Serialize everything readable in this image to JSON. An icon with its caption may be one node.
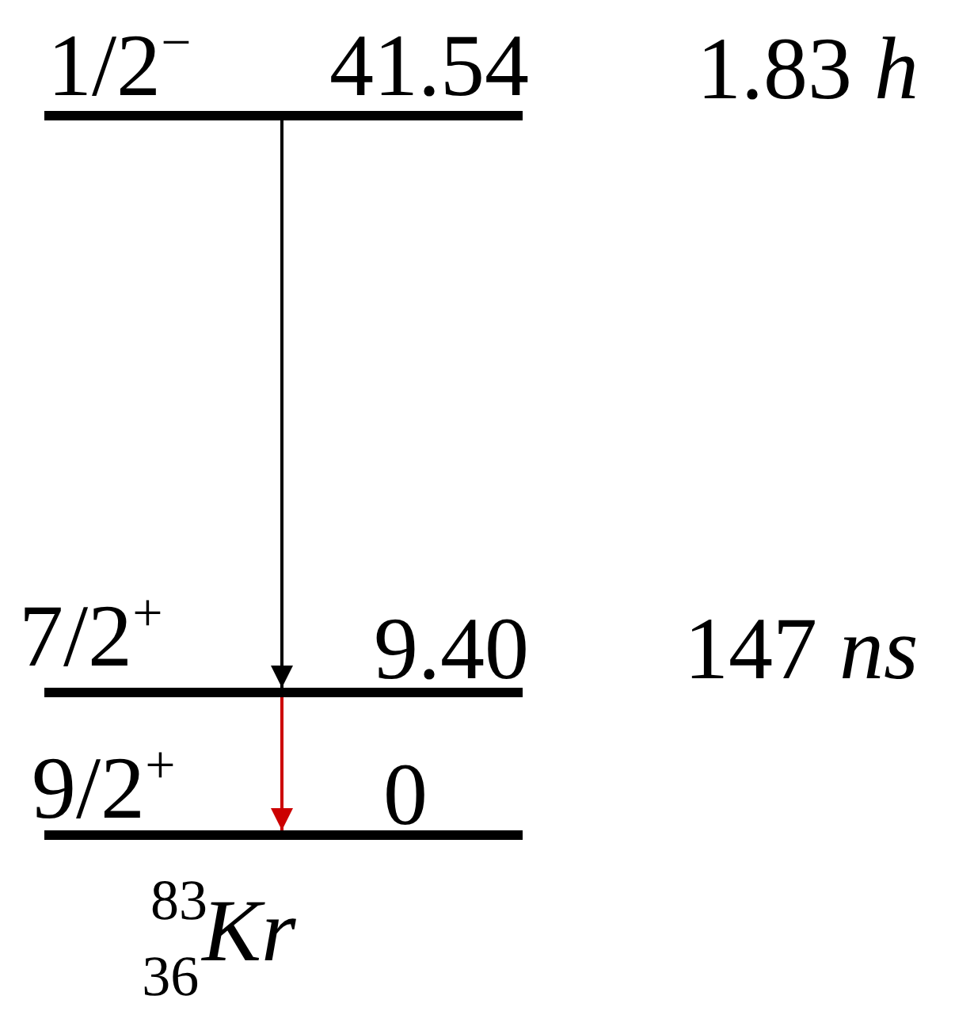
{
  "diagram": {
    "nodes": [
      {
        "text": [
          "1/2$^{−}$",
          "41.54"
        ],
        "beside": [
          "1.83 *h*"
        ]
      },
      {
        "text": [
          "7/2$^{+}$",
          "9.40"
        ],
        "beside": [
          "147 *ns*"
        ]
      },
      {
        "text": [
          "9/2$^{+}$",
          "0"
        ]
      }
    ],
    "edges": [
      {
        "from": 0,
        "to": 1,
        "arrow": "to"
      },
      {
        "from": 1,
        "to": 2,
        "arrow": "to",
        "color": "#cc0000"
      }
    ],
    "labels": [
      "$^{83}$$_{36}$*Kr*"
    ]
  }
}
